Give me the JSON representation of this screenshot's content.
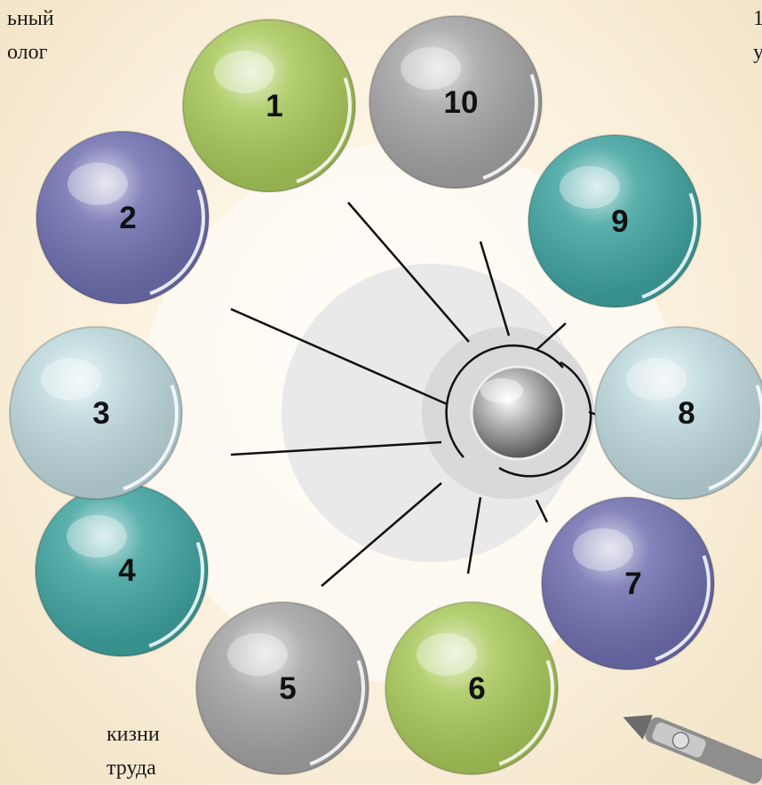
{
  "fragments": {
    "top_left_line1": "ьный",
    "top_left_line2": "олог",
    "top_right_line1": "1",
    "top_right_line2": "у",
    "bottom_left_line1": "кизни",
    "bottom_left_line2": "труда"
  },
  "bubbles": [
    {
      "label": "1",
      "color": "#a8c85a"
    },
    {
      "label": "10",
      "color": "#a3a3a3"
    },
    {
      "label": "9",
      "color": "#3fa3a0"
    },
    {
      "label": "8",
      "color": "#bcd8dc"
    },
    {
      "label": "7",
      "color": "#6f6fb0"
    },
    {
      "label": "6",
      "color": "#a8c85a"
    },
    {
      "label": "5",
      "color": "#a3a3a3"
    },
    {
      "label": "4",
      "color": "#3fa3a0"
    },
    {
      "label": "3",
      "color": "#bcd8dc"
    },
    {
      "label": "2",
      "color": "#6f6fb0"
    }
  ],
  "icons": {
    "center": "center-sphere-icon",
    "pen": "fountain-pen-icon"
  }
}
